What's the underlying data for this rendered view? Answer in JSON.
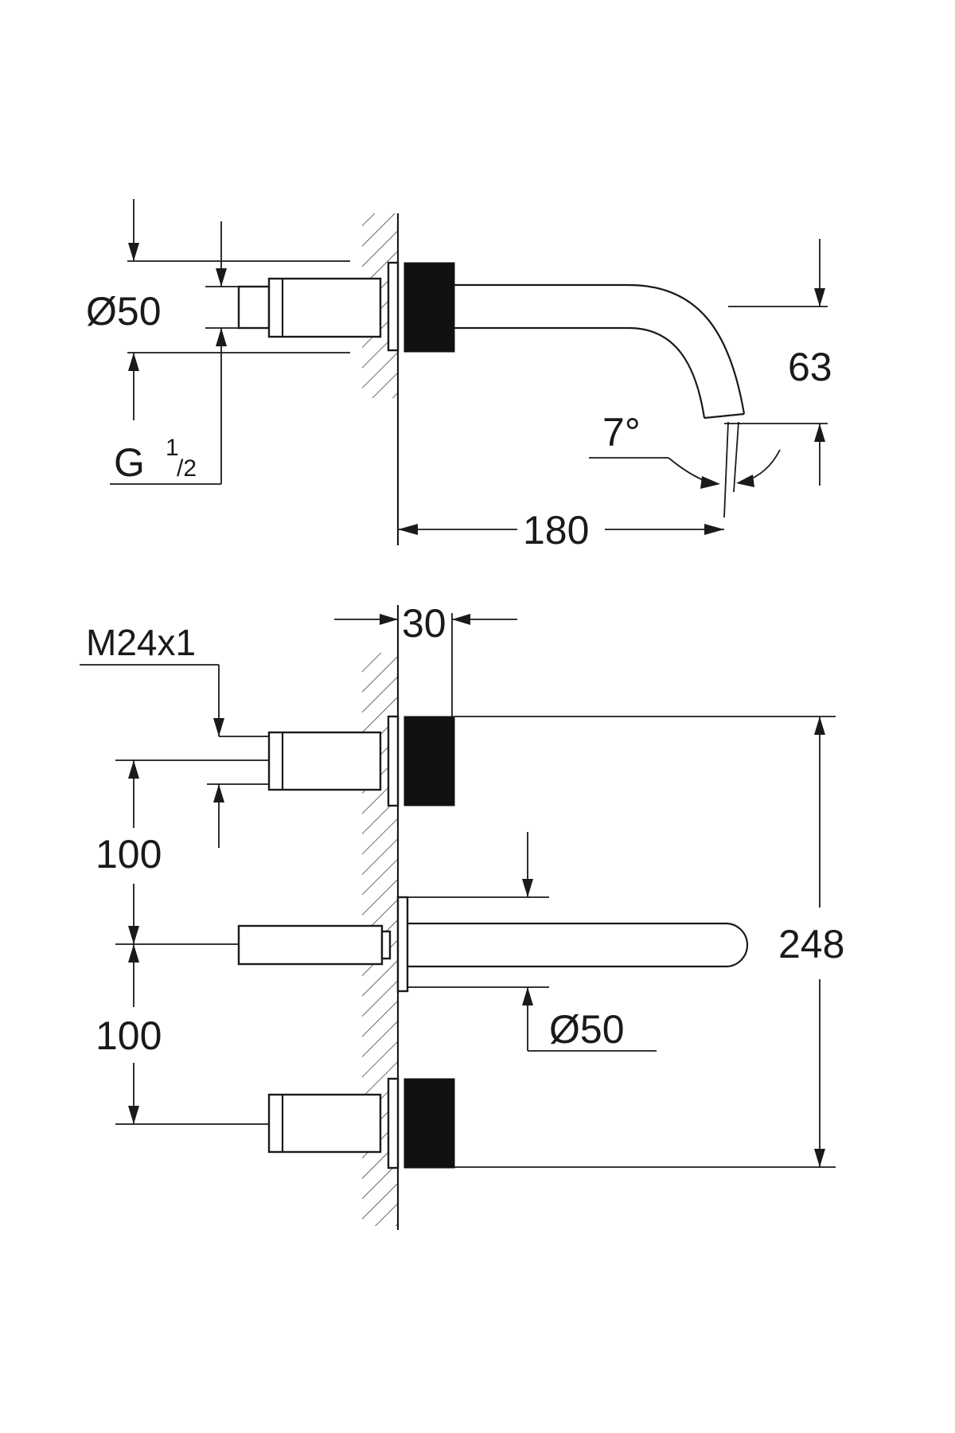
{
  "side_view": {
    "dia_label": "Ø50",
    "thread_label": "G",
    "thread_num": "1",
    "thread_den": "/2",
    "height_label": "63",
    "angle_label": "7°",
    "projection_label": "180"
  },
  "top_view": {
    "wall_offset_label": "30",
    "thread_label": "M24x1",
    "spacing_upper_label": "100",
    "spacing_lower_label": "100",
    "total_width_label": "248",
    "spout_dia_label": "Ø50"
  }
}
